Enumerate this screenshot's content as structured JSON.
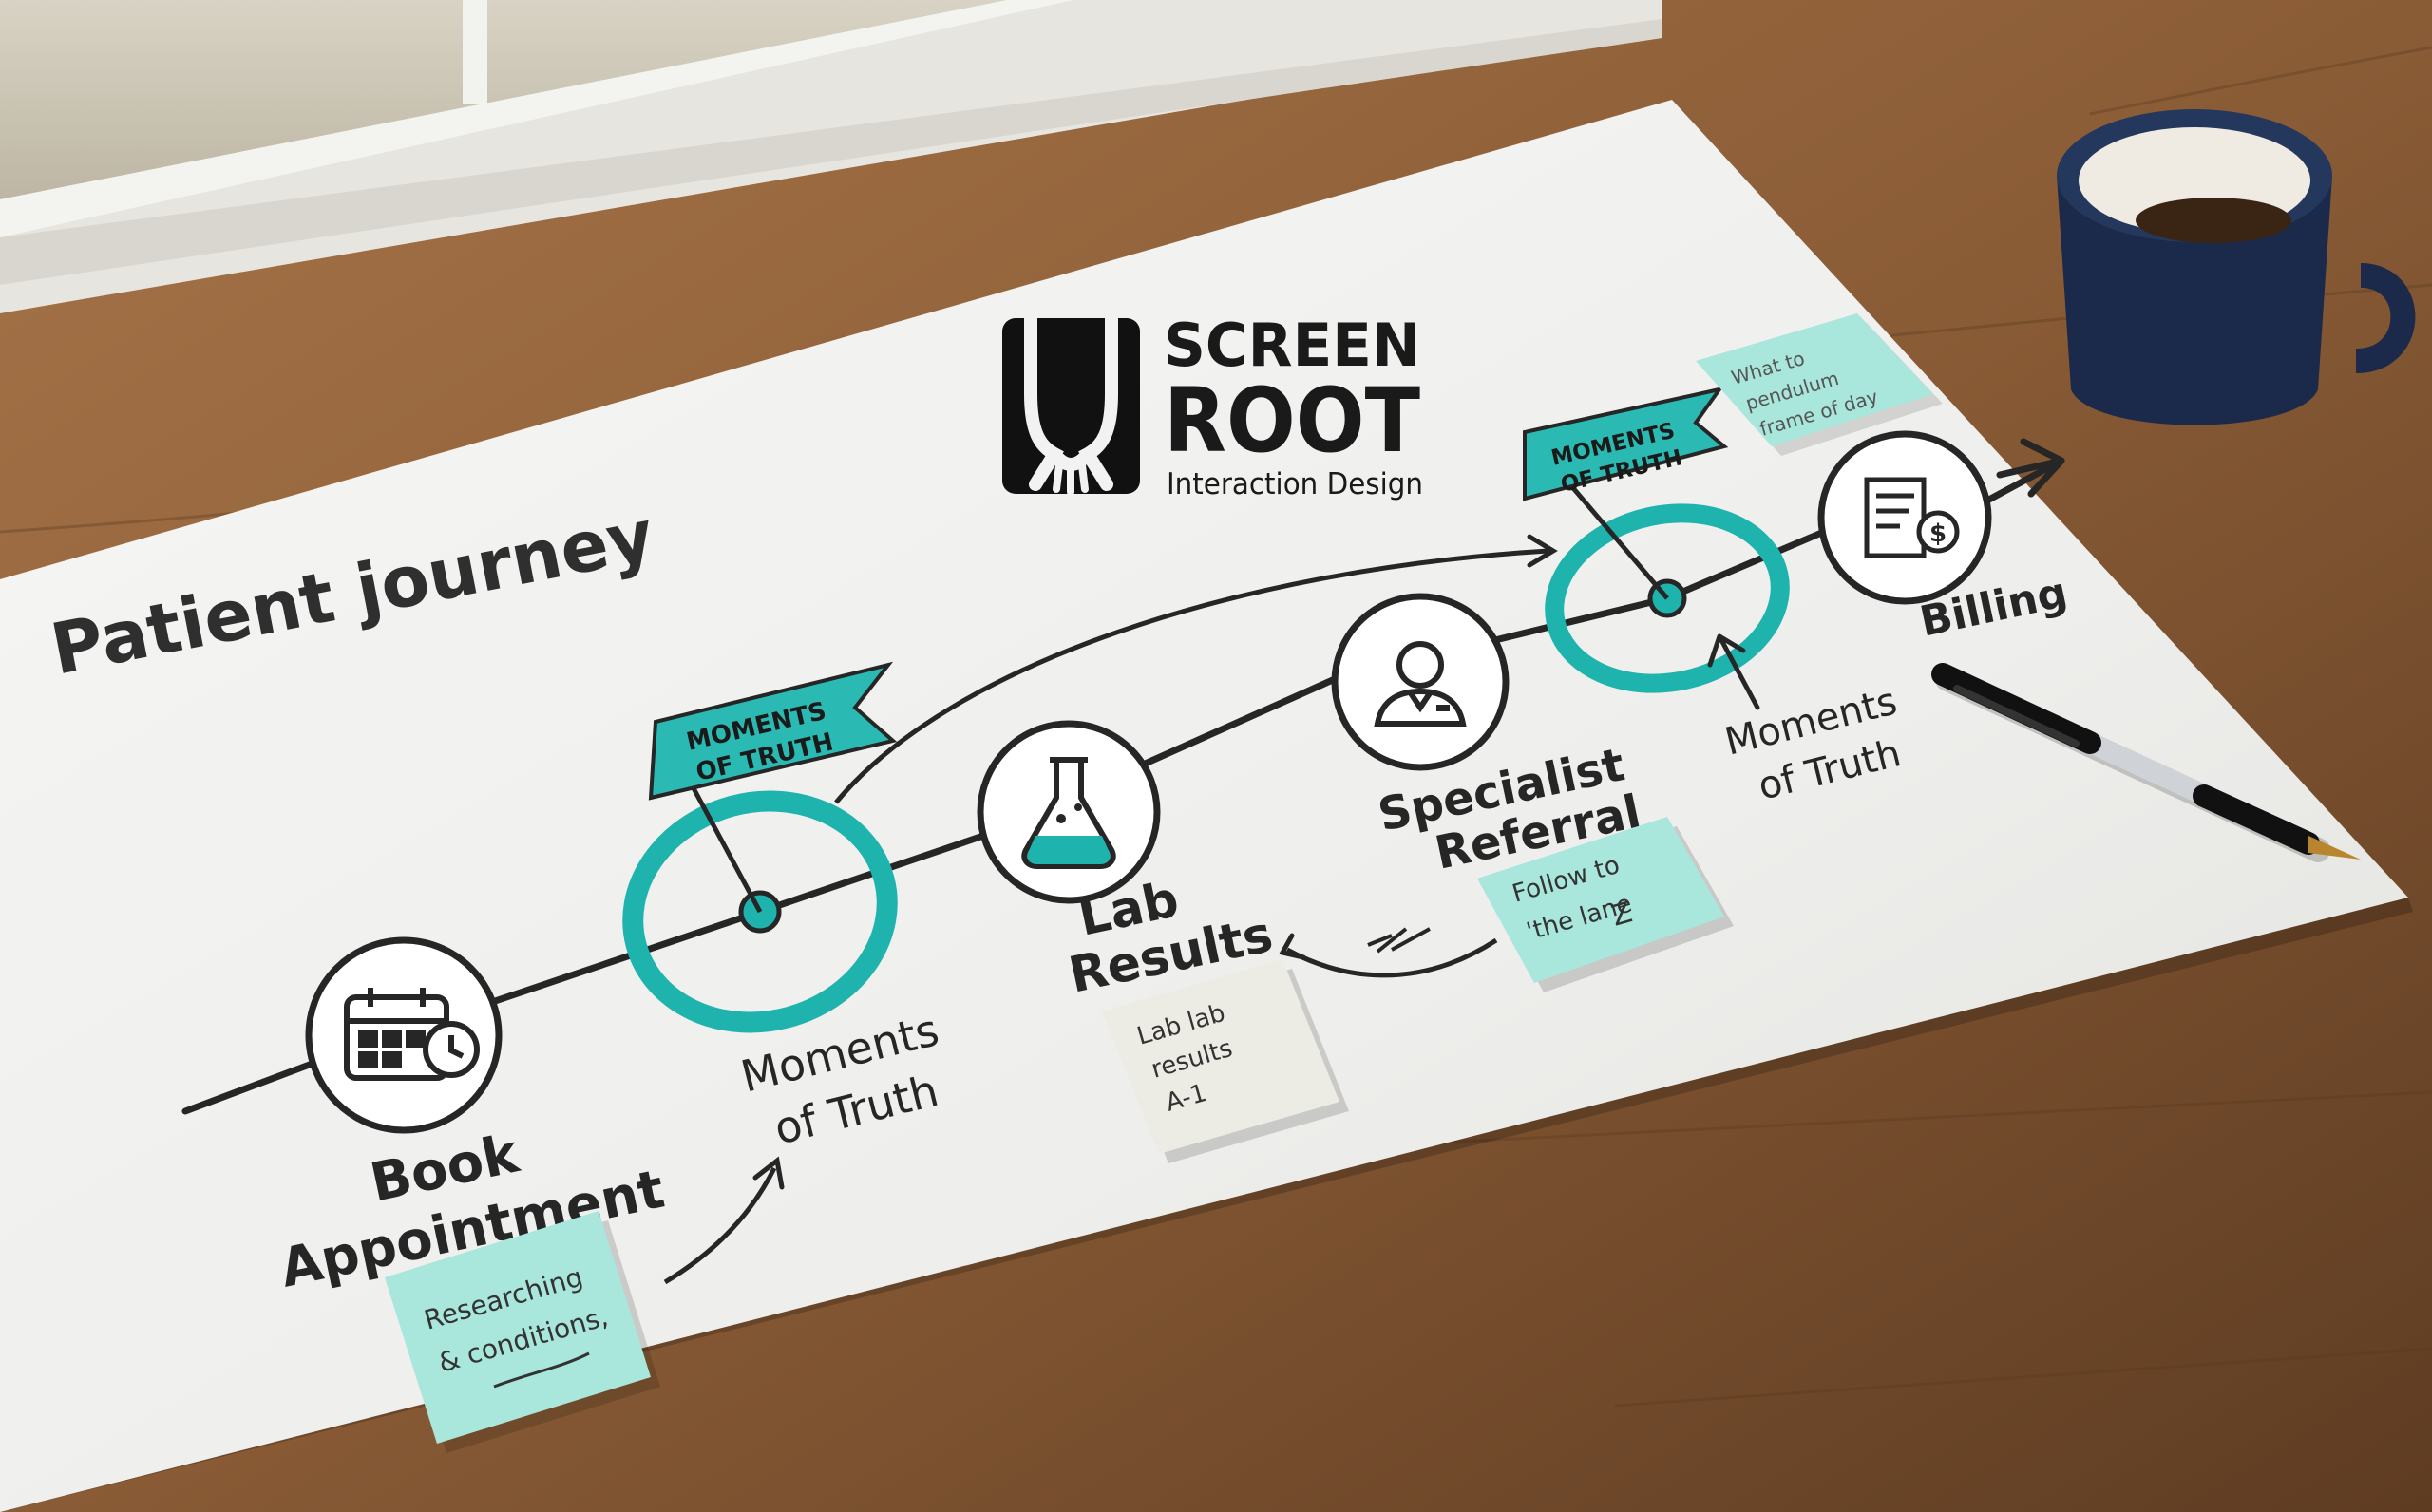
{
  "title": "Patient journey",
  "logo": {
    "line1": "SCREEN",
    "line2": "ROOT",
    "tagline": "Interaction Design"
  },
  "stages": [
    {
      "line1": "Book",
      "line2": "Appointment",
      "icon": "calendar-clock-icon"
    },
    {
      "line1": "Lab",
      "line2": "Results",
      "icon": "flask-icon"
    },
    {
      "line1": "Specialist",
      "line2": "Referral",
      "icon": "doctor-icon"
    },
    {
      "line1": "Billing",
      "line2": "",
      "icon": "invoice-dollar-icon"
    }
  ],
  "moments": {
    "flag_line1": "MOMENTS",
    "flag_line2": "OF TRUTH",
    "label_line1": "Moments",
    "label_line2": "of Truth"
  },
  "notes": [
    {
      "line1": "Researching",
      "line2": "& conditions,"
    },
    {
      "line1": "Lab lab",
      "line2": "results",
      "line3": "A-1"
    },
    {
      "line1": "Follow to",
      "line2": "'the lane",
      "line3": "Z"
    },
    {
      "line1": "What to",
      "line2": "pendulum",
      "line3": "frame of day"
    }
  ],
  "colors": {
    "teal": "#1fb3ad",
    "sticky_teal": "#a9e6dc",
    "sticky_white": "#ecece4",
    "ink": "#262626",
    "wood": "#8a5c36",
    "mug": "#1b2a4a"
  }
}
